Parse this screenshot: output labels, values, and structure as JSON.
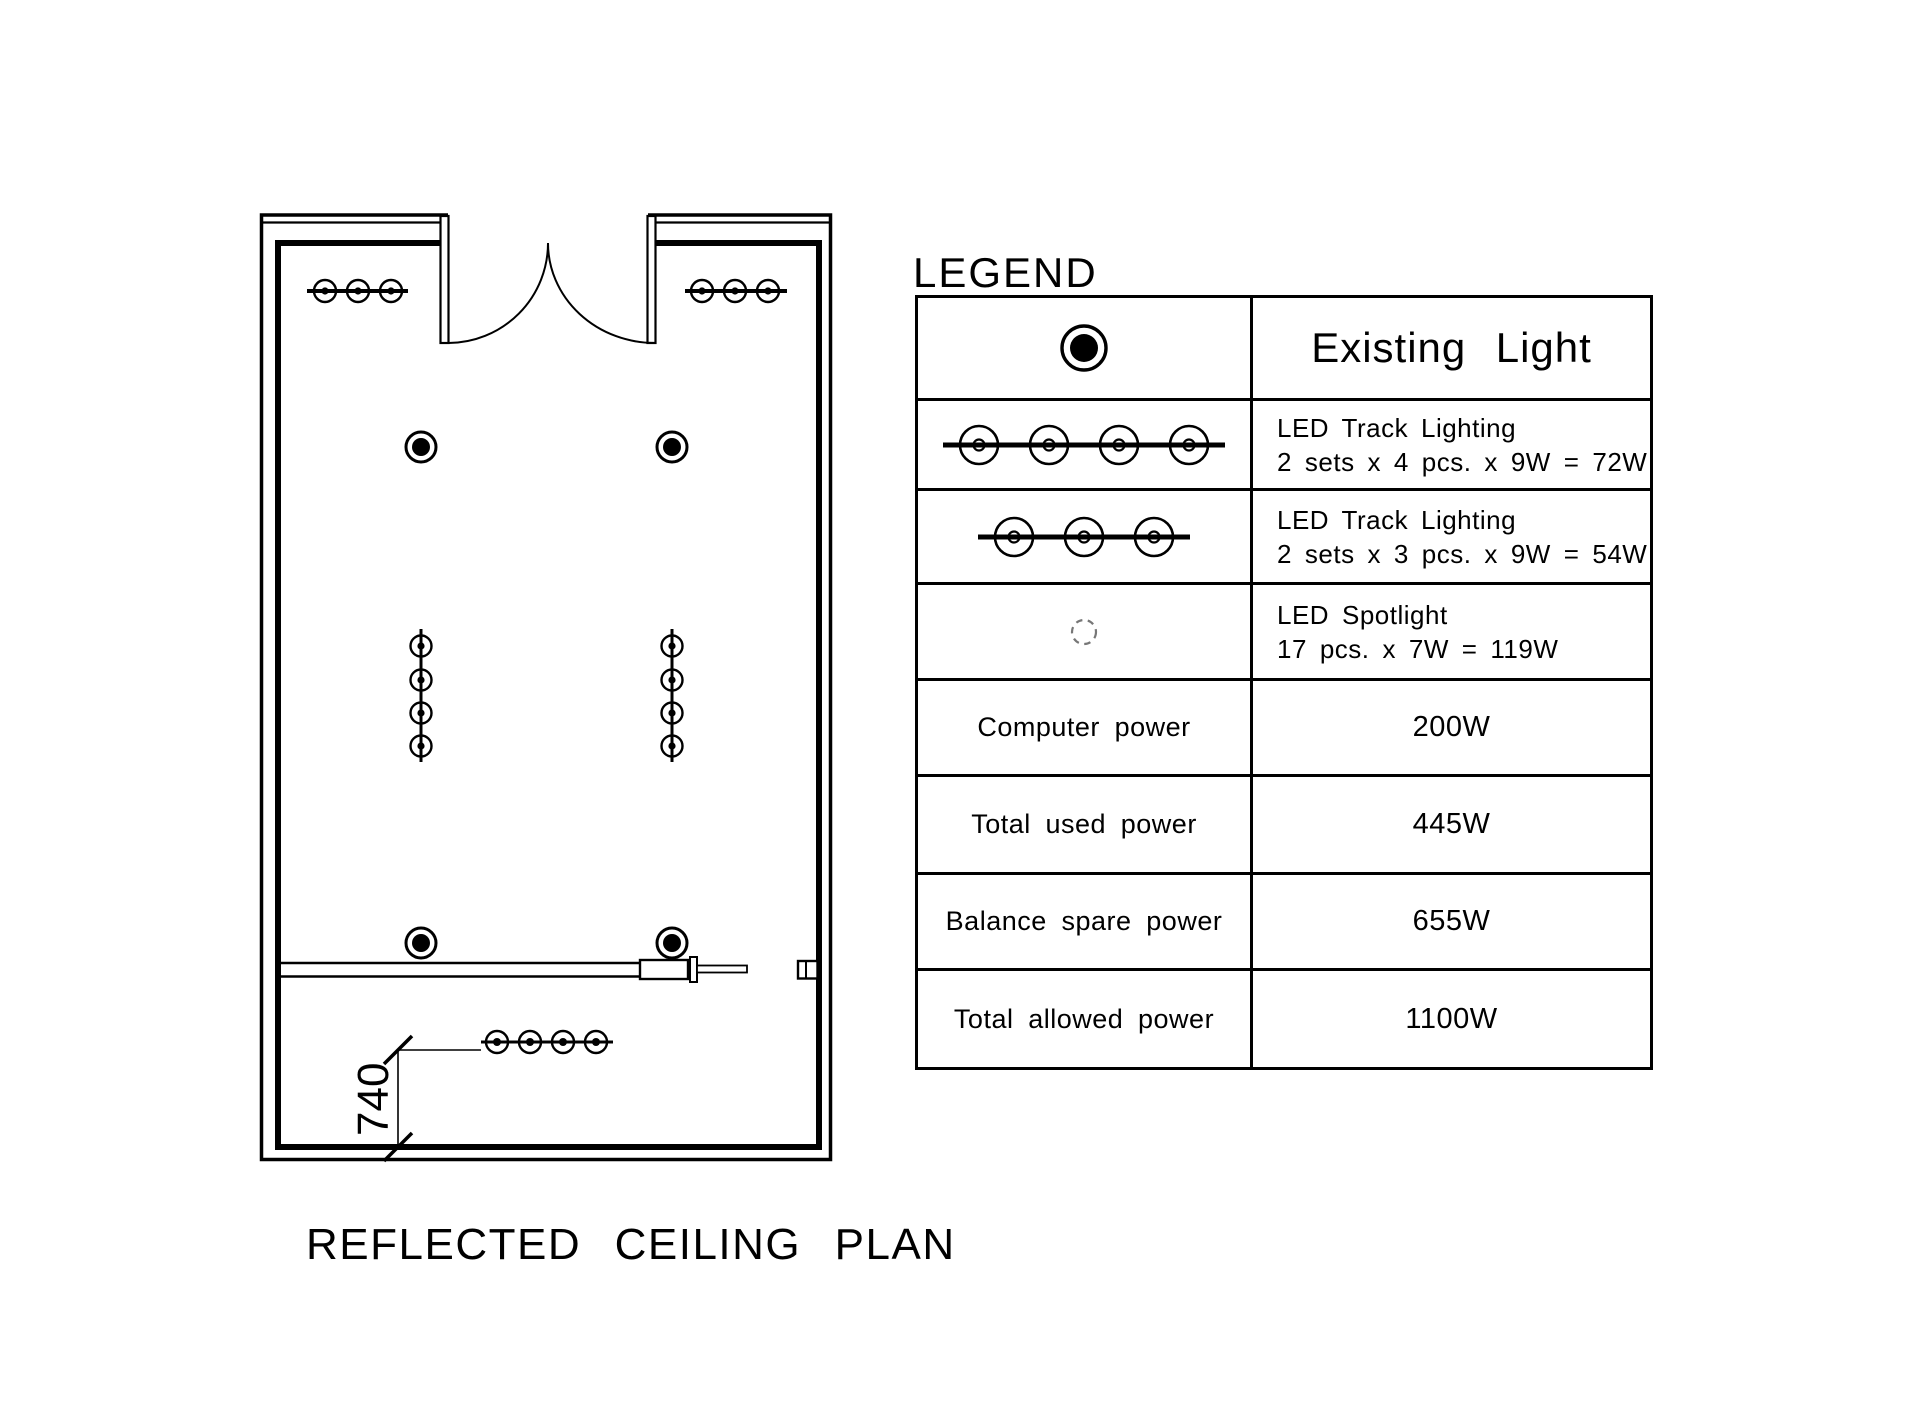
{
  "page": {
    "plan_title": "REFLECTED CEILING PLAN",
    "legend_title": "LEGEND"
  },
  "plan": {
    "dimension_label": "740",
    "symbols": {
      "existing_light": "existing-light-icon",
      "track_light": "track-light-icon",
      "spotlight": "spotlight-icon"
    },
    "fixture_counts": {
      "top_left_track_heads": 3,
      "top_right_track_heads": 3,
      "left_column_track_heads": 4,
      "right_column_track_heads": 4,
      "bottom_track_heads": 4,
      "existing_lights": 4
    }
  },
  "legend": {
    "rows": [
      {
        "symbol": "existing-light-icon",
        "label": "Existing Light"
      },
      {
        "symbol": "track-light-4-icon",
        "line1": "LED Track Lighting",
        "line2": "2 sets x 4 pcs. x 9W = 72W"
      },
      {
        "symbol": "track-light-3-icon",
        "line1": "LED Track Lighting",
        "line2": "2 sets x 3 pcs. x 9W = 54W"
      },
      {
        "symbol": "spotlight-icon",
        "line1": "LED Spotlight",
        "line2": "17 pcs. x 7W = 119W"
      },
      {
        "label": "Computer power",
        "value": "200W"
      },
      {
        "label": "Total used power",
        "value": "445W"
      },
      {
        "label": "Balance spare power",
        "value": "655W"
      },
      {
        "label": "Total allowed power",
        "value": "1100W"
      }
    ]
  },
  "colors": {
    "line": "#000000",
    "background": "#ffffff",
    "dashed": "#777777"
  }
}
